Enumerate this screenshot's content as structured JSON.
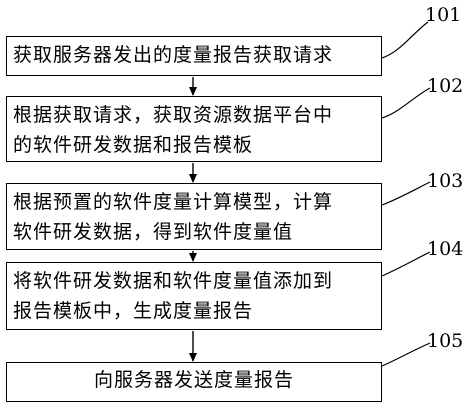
{
  "steps": [
    {
      "ref": "101",
      "lines": [
        "获取服务器发出的度量报告获取请求"
      ]
    },
    {
      "ref": "102",
      "lines": [
        "根据获取请求，获取资源数据平台中",
        "的软件研发数据和报告模板"
      ]
    },
    {
      "ref": "103",
      "lines": [
        "根据预置的软件度量计算模型，计算",
        "软件研发数据，得到软件度量值"
      ]
    },
    {
      "ref": "104",
      "lines": [
        "将软件研发数据和软件度量值添加到",
        "报告模板中，生成度量报告"
      ]
    },
    {
      "ref": "105",
      "lines": [
        "向服务器发送度量报告"
      ]
    }
  ]
}
